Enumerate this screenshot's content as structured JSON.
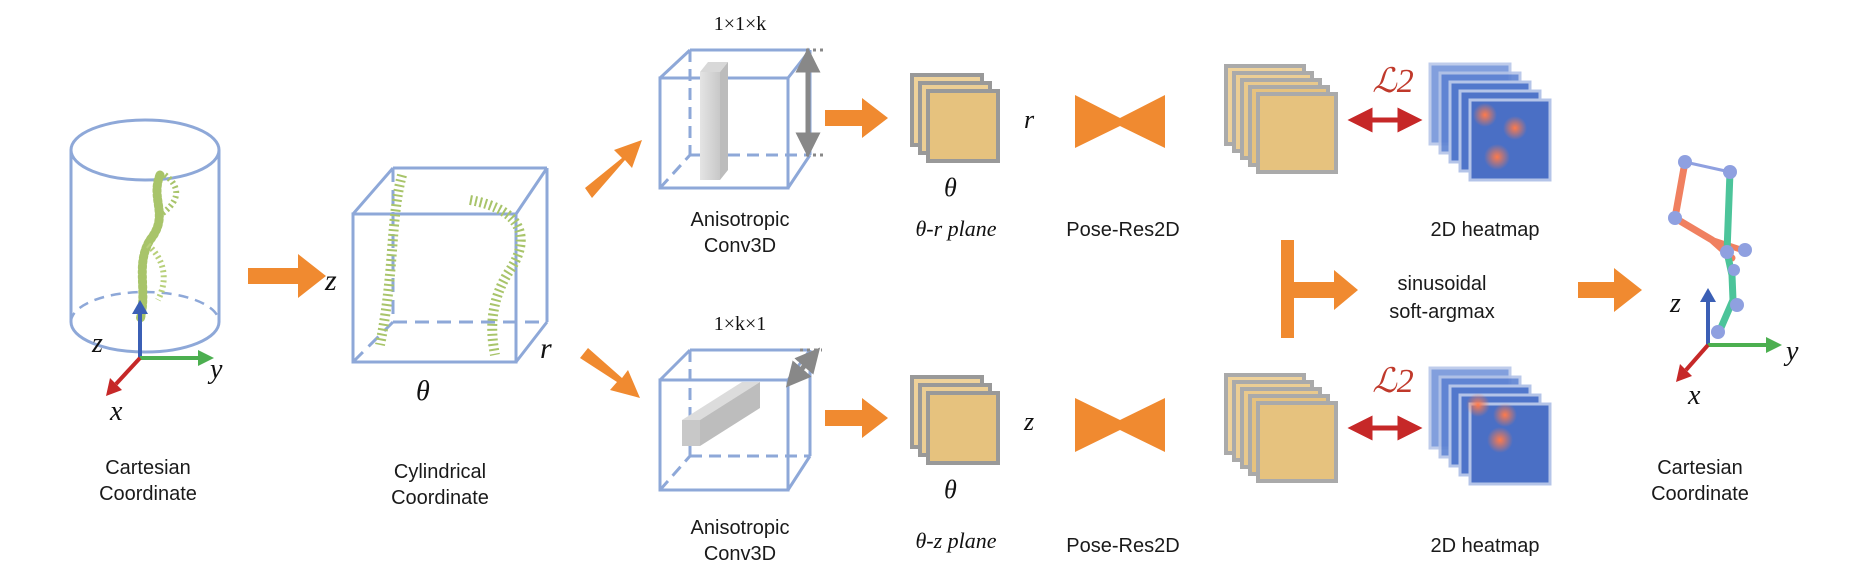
{
  "captions": {
    "cartesian_in_1": "Cartesian",
    "cartesian_in_2": "Coordinate",
    "cylindrical_1": "Cylindrical",
    "cylindrical_2": "Coordinate",
    "aniso_top_1": "Anisotropic",
    "aniso_top_2": "Conv3D",
    "aniso_bot_1": "Anisotropic",
    "aniso_bot_2": "Conv3D",
    "plane_top": "θ-r plane",
    "plane_bot": "θ-z plane",
    "pose_top": "Pose-Res2D",
    "pose_bot": "Pose-Res2D",
    "heatmap_top": "2D heatmap",
    "heatmap_bot": "2D heatmap",
    "argmax_1": "sinusoidal",
    "argmax_2": "soft-argmax",
    "cartesian_out_1": "Cartesian",
    "cartesian_out_2": "Coordinate"
  },
  "kernels": {
    "top": "1×1×k",
    "bot": "1×k×1"
  },
  "axis_labels": {
    "x": "x",
    "y": "y",
    "z": "z",
    "theta": "θ",
    "r": "r"
  },
  "loss_label": "ℒ2",
  "colors": {
    "box_blue": "#8ea8d8",
    "arrow_orange": "#f08a30",
    "loss_red": "#c62828",
    "plane_fill": "#e6c27e",
    "heat_blue": "#4f74c9",
    "point_cloud": "#a8c46a",
    "axis_red": "#c62828",
    "axis_green": "#4caf50",
    "axis_blue": "#3b5fb5",
    "skeleton_orange": "#f08060",
    "skeleton_teal": "#4cc49a",
    "joint_purple": "#8fa0e0"
  }
}
